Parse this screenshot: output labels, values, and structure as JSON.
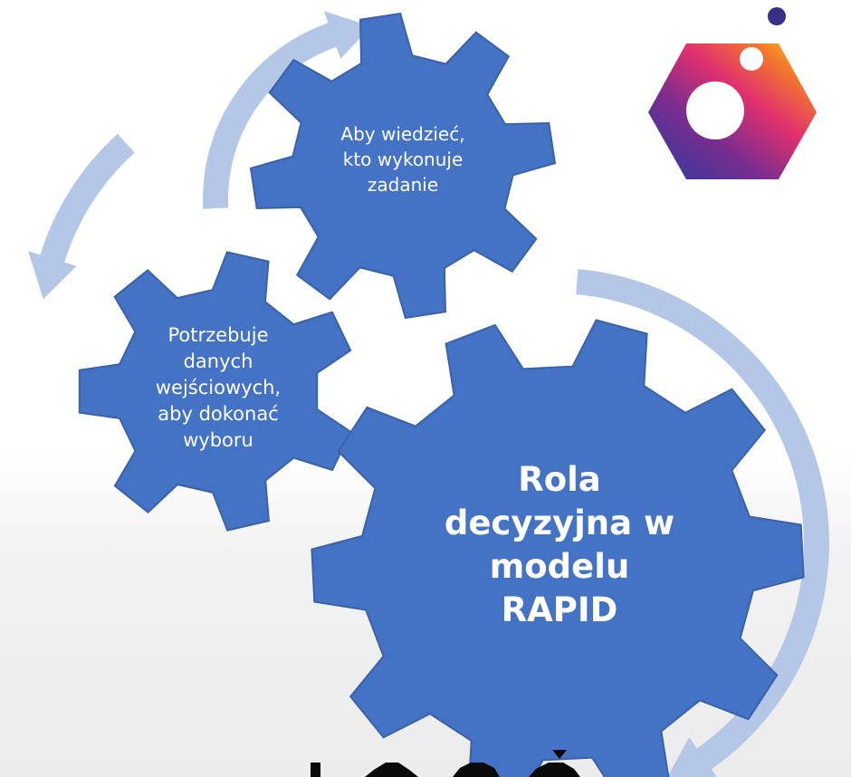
{
  "diagram": {
    "gears": {
      "small": {
        "label": "Aby wiedzieć,\nkto wykonuje\nzadanie"
      },
      "medium": {
        "label": "Potrzebuje\ndanych\nwejściowych,\naby dokonać\nwyboru"
      },
      "large": {
        "label": "Rola\ndecyzyjna w\nmodelu\nRAPID"
      }
    },
    "cycle_arrows": [
      "cycle-arrow-top",
      "cycle-arrow-left",
      "cycle-arrow-right"
    ],
    "logo": {
      "icon": "hexagon-logo-icon"
    },
    "caption_fragment": "",
    "colors": {
      "gear_fill": "#4472c4",
      "gear_stroke": "#3a62a8",
      "arrow": "#b4c7e7",
      "logo_dot": "#3a2f86"
    }
  }
}
